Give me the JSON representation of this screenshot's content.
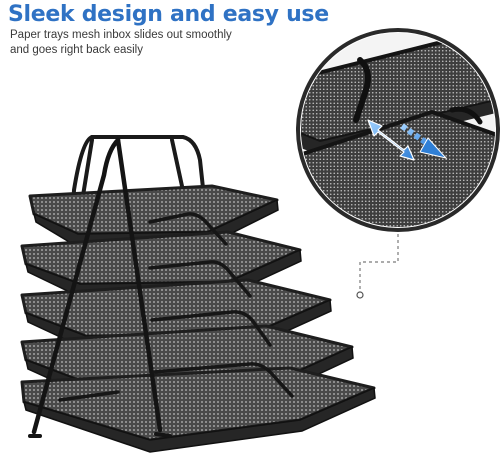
{
  "headline": "Sleek design and easy use",
  "subtext": {
    "line1": "Paper trays mesh inbox slides out smoothly",
    "line2": "and goes right back easily"
  },
  "product": {
    "tray_count": 5,
    "color": "#1e1e1e",
    "mesh_color": "#5c5c5c"
  },
  "zoom_callout": {
    "arrow_color": "#4a90d9",
    "border_color": "#2a2a2a"
  },
  "colors": {
    "headline": "#2f72c4",
    "text": "#3a3a3a",
    "background": "#ffffff"
  }
}
